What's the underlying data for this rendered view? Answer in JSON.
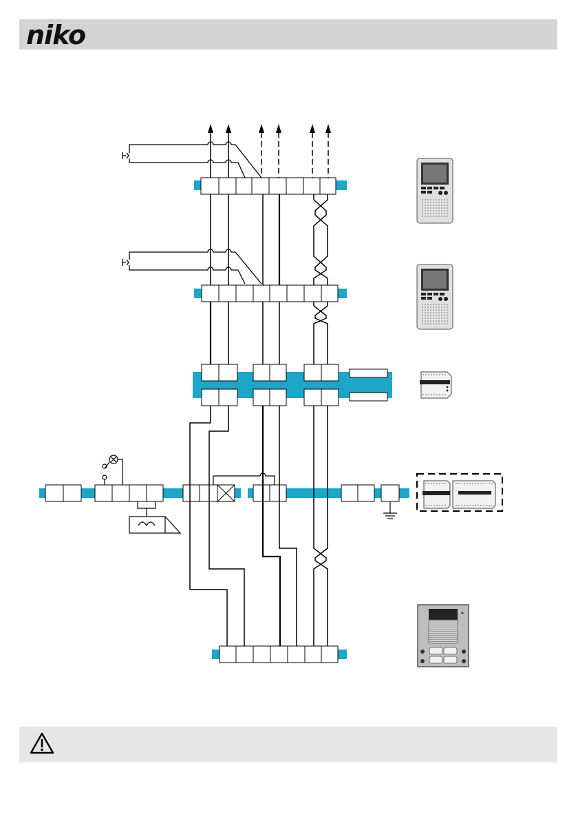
{
  "header": {
    "brand": "niko",
    "bar_color": "#d4d4d4"
  },
  "colors": {
    "terminal_blue": "#1ea6c8",
    "wire": "#000000",
    "warning_bar": "#e6e6e6"
  },
  "devices": [
    {
      "name": "video-monitor-1",
      "icon": "video-monitor-icon"
    },
    {
      "name": "video-monitor-2",
      "icon": "video-monitor-icon"
    },
    {
      "name": "bus-module",
      "icon": "din-rail-module-icon"
    },
    {
      "name": "power-supply-set",
      "icon": "power-supply-icon"
    },
    {
      "name": "outdoor-panel",
      "icon": "door-entry-panel-icon"
    }
  ],
  "warning": {
    "icon": "warning-triangle-icon"
  }
}
